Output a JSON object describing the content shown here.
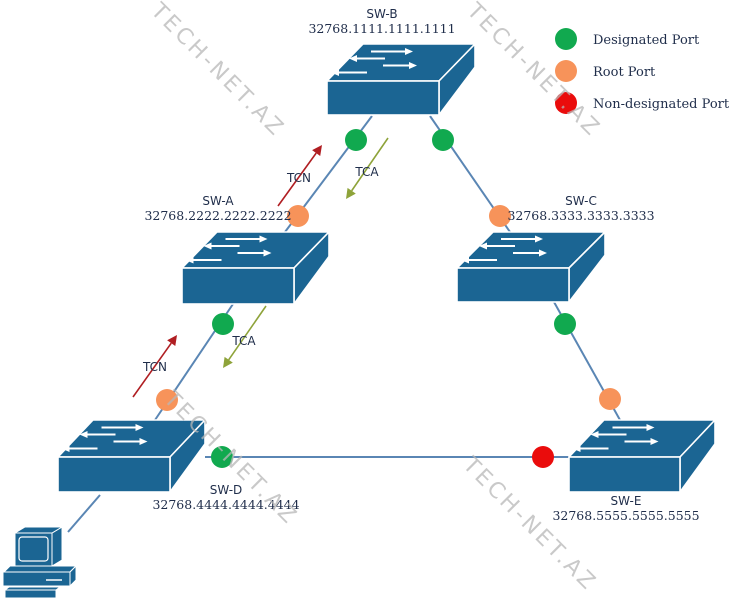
{
  "diagram": {
    "title": "STP Topology Change Notification",
    "colors": {
      "switch": "#1b6593",
      "switch_edge": "#ffffff",
      "link": "#5a86b4",
      "designated": "#11a94f",
      "root": "#f7935a",
      "non_designated": "#ea0c0c",
      "tcn": "#b01e22",
      "tca": "#8ea33a",
      "text": "#1f2d4a",
      "watermark": "#b8b8b8"
    },
    "switches": [
      {
        "id": "B",
        "name": "SW-B",
        "bridge_id": "32768.1111.1111.1111",
        "role": "root-bridge"
      },
      {
        "id": "A",
        "name": "SW-A",
        "bridge_id": "32768.2222.2222.2222"
      },
      {
        "id": "C",
        "name": "SW-C",
        "bridge_id": "32768.3333.3333.3333"
      },
      {
        "id": "D",
        "name": "SW-D",
        "bridge_id": "32768.4444.4444.4444"
      },
      {
        "id": "E",
        "name": "SW-E",
        "bridge_id": "32768.5555.5555.5555"
      }
    ],
    "links": [
      {
        "from": "B",
        "to": "A"
      },
      {
        "from": "B",
        "to": "C"
      },
      {
        "from": "A",
        "to": "D"
      },
      {
        "from": "C",
        "to": "E"
      },
      {
        "from": "D",
        "to": "E"
      },
      {
        "from": "D",
        "to": "PC"
      }
    ],
    "ports": [
      {
        "switch": "B",
        "toward": "A",
        "role": "designated"
      },
      {
        "switch": "B",
        "toward": "C",
        "role": "designated"
      },
      {
        "switch": "A",
        "toward": "B",
        "role": "root"
      },
      {
        "switch": "C",
        "toward": "B",
        "role": "root"
      },
      {
        "switch": "A",
        "toward": "D",
        "role": "designated"
      },
      {
        "switch": "C",
        "toward": "E",
        "role": "designated"
      },
      {
        "switch": "D",
        "toward": "A",
        "role": "root"
      },
      {
        "switch": "E",
        "toward": "C",
        "role": "root"
      },
      {
        "switch": "D",
        "toward": "E",
        "role": "designated"
      },
      {
        "switch": "E",
        "toward": "D",
        "role": "non_designated"
      }
    ],
    "messages": [
      {
        "label": "TCN",
        "type": "tcn",
        "link": "A-B",
        "direction": "up"
      },
      {
        "label": "TCA",
        "type": "tca",
        "link": "B-A",
        "direction": "down"
      },
      {
        "label": "TCN",
        "type": "tcn",
        "link": "D-A",
        "direction": "up"
      },
      {
        "label": "TCA",
        "type": "tca",
        "link": "A-D",
        "direction": "down"
      }
    ],
    "pc": {
      "label": "PC"
    },
    "legend": [
      {
        "role": "designated",
        "label": "Designated Port"
      },
      {
        "role": "root",
        "label": "Root Port"
      },
      {
        "role": "non_designated",
        "label": "Non-designated Port"
      }
    ],
    "watermark": "TECH-NET.AZ"
  }
}
